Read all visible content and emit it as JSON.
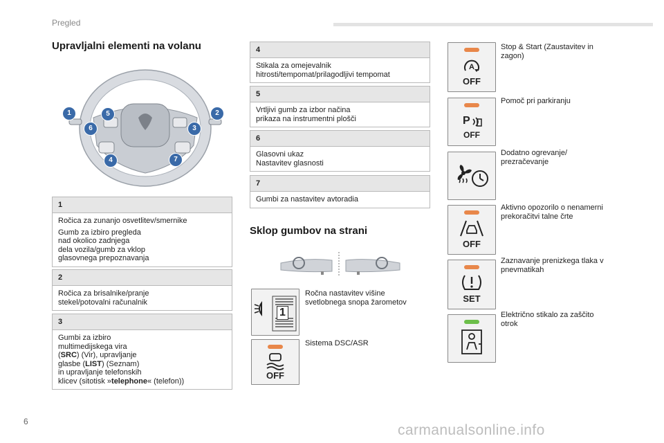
{
  "header": {
    "section": "Pregled"
  },
  "page_number": "6",
  "watermark": "carmanualsonline.info",
  "left": {
    "title": "Upravljalni elementi na volanu",
    "callouts": [
      "1",
      "5",
      "2",
      "6",
      "3",
      "4",
      "7"
    ],
    "boxes": [
      {
        "num": "1",
        "paragraphs": [
          [
            "Ročica za zunanjo osvetlitev/smernike"
          ],
          [
            "Gumb za izbiro pregleda",
            "nad okolico zadnjega",
            "dela vozila/gumb za vklop",
            "glasovnega prepoznavanja"
          ]
        ]
      },
      {
        "num": "2",
        "paragraphs": [
          [
            "Ročica za brisalnike/pranje",
            "stekel/potovalni računalnik"
          ]
        ]
      }
    ],
    "box3": {
      "num": "3",
      "l1": "Gumbi za izbiro",
      "l2": "multimedijskega vira",
      "l3_pre": "(",
      "l3_bold": "SRC",
      "l3_post": ") (Vir), upravljanje",
      "l4_pre": "glasbe (",
      "l4_bold": "LIST",
      "l4_post": ") (Seznam)",
      "l5": "in upravljanje telefonskih",
      "l6_pre": "klicev (sitotisk »",
      "l6_bold": "telephone",
      "l6_post": "« (telefon))"
    }
  },
  "middle": {
    "boxes": [
      {
        "num": "4",
        "lines": [
          "Stikala za omejevalnik",
          "hitrosti/tempomat/prilagodljivi tempomat"
        ]
      },
      {
        "num": "5",
        "lines": [
          "Vrtljivi gumb za izbor načina",
          "prikaza na instrumentni plošči"
        ]
      },
      {
        "num": "6",
        "lines": [
          "Glasovni ukaz",
          "Nastavitev glasnosti"
        ]
      },
      {
        "num": "7",
        "lines": [
          "Gumbi za nastavitev avtoradia"
        ]
      }
    ],
    "side_title": "Sklop gumbov na strani",
    "side_items": [
      {
        "lines": [
          "Ročna nastavitev višine",
          "svetlobnega snopa žarometov"
        ],
        "icon": "headlamp-level-icon"
      },
      {
        "lines": [
          "Sistema DSC/ASR"
        ],
        "icon": "dsc-off-icon",
        "led": "#e8874a"
      }
    ]
  },
  "right": {
    "items": [
      {
        "lines": [
          "Stop & Start (Zaustavitev in",
          "zagon)"
        ],
        "icon": "stop-start-off-icon",
        "led": "#e8874a"
      },
      {
        "lines": [
          "Pomoč pri parkiranju"
        ],
        "icon": "park-assist-off-icon",
        "led": "#e8874a"
      },
      {
        "lines": [
          "Dodatno ogrevanje/",
          "prezračevanje"
        ],
        "icon": "heating-ventilation-icon"
      },
      {
        "lines": [
          "Aktivno opozorilo o nenamerni",
          "prekoračitvi talne črte"
        ],
        "icon": "lane-departure-off-icon",
        "led": "#e8874a"
      },
      {
        "lines": [
          "Zaznavanje prenizkega tlaka v",
          "pnevmatikah"
        ],
        "icon": "tyre-pressure-set-icon",
        "led": "#e8874a"
      },
      {
        "lines": [
          "Električno stikalo za zaščito",
          "otrok"
        ],
        "icon": "child-lock-icon",
        "led": "#6cbf4a"
      }
    ]
  },
  "icon_text": {
    "off": "OFF",
    "set": "SET",
    "one": "1",
    "p": "P"
  },
  "colors": {
    "callout": "#3a6aa8",
    "led_orange": "#e8874a",
    "led_green": "#6cbf4a"
  }
}
